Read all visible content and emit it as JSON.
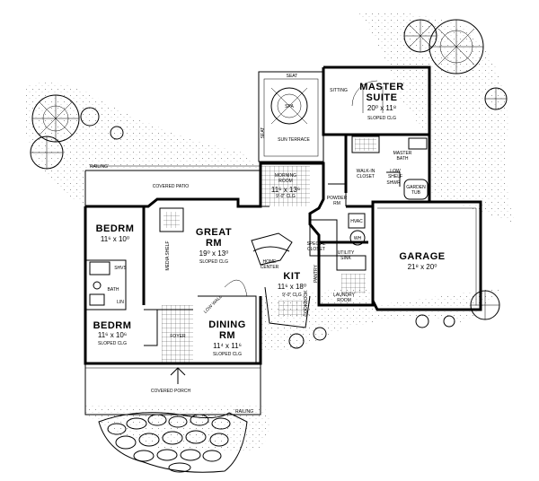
{
  "rooms": {
    "master_suite": {
      "name_line1": "MASTER",
      "name_line2": "SUITE",
      "dim": "20⁰ x 11⁸"
    },
    "sitting": "SITTING",
    "sloped_clg": "SLOPED CLG",
    "seat_top": "SEAT",
    "seat_side": "SEAT",
    "spa": "SPA",
    "sun_terrace": "SUN TERRACE",
    "master_bath": {
      "line1": "MASTER",
      "line2": "BATH"
    },
    "walk_in_closet": {
      "line1": "WALK-IN",
      "line2": "CLOSET"
    },
    "low_shelf": {
      "line1": "LOW",
      "line2": "SHELF"
    },
    "garden_tub": {
      "line1": "GARDEN",
      "line2": "TUB"
    },
    "shower": "SHWR",
    "morning_room": {
      "line1": "MORNING",
      "line2": "ROOM",
      "dim": "11⁶ x 13⁶",
      "clg": "9'-0\" CLG"
    },
    "covered_patio": "COVERED PATIO",
    "railing_top": "RAILING",
    "railing_bottom": "RAILING",
    "bedroom1": {
      "name": "BEDRM",
      "dim": "11⁶ x 10⁰"
    },
    "bedroom2": {
      "name": "BEDRM",
      "dim": "11⁶ x 10⁶",
      "clg": "SLOPED CLG"
    },
    "great_room": {
      "line1": "GREAT",
      "line2": "RM",
      "dim": "19⁰ x 13⁰",
      "clg": "SLOPED CLG"
    },
    "home_center": {
      "line1": "HOME",
      "line2": "CENTER"
    },
    "kitchen": {
      "name": "KIT",
      "dim": "11⁶ x 18⁰",
      "clg": "9'-0\" CLG"
    },
    "dining_room": {
      "line1": "DINING",
      "line2": "RM",
      "dim": "11⁴ x 11⁶",
      "clg": "SLOPED CLG"
    },
    "foyer": "FOYER",
    "bath": "BATH",
    "shelves": "SHVS",
    "linen": "LIN",
    "pantry": "PANTRY",
    "powder_room": {
      "line1": "POWDER",
      "line2": "RM"
    },
    "special_closet": {
      "line1": "SPECIAL",
      "line2": "CLOSET"
    },
    "utility_sink": {
      "line1": "UTILITY",
      "line2": "SINK"
    },
    "laundry_room": {
      "line1": "LAUNDRY",
      "line2": "ROOM"
    },
    "hvac": "HVAC",
    "water_heater": "WH",
    "garage": {
      "name": "GARAGE",
      "dim": "21⁸ x 20⁰"
    },
    "covered_porch": "COVERED PORCH",
    "media_shelf": "MEDIA SHELF",
    "cookbook": "COOKBOOK",
    "low_wall": "LOW WALL"
  }
}
